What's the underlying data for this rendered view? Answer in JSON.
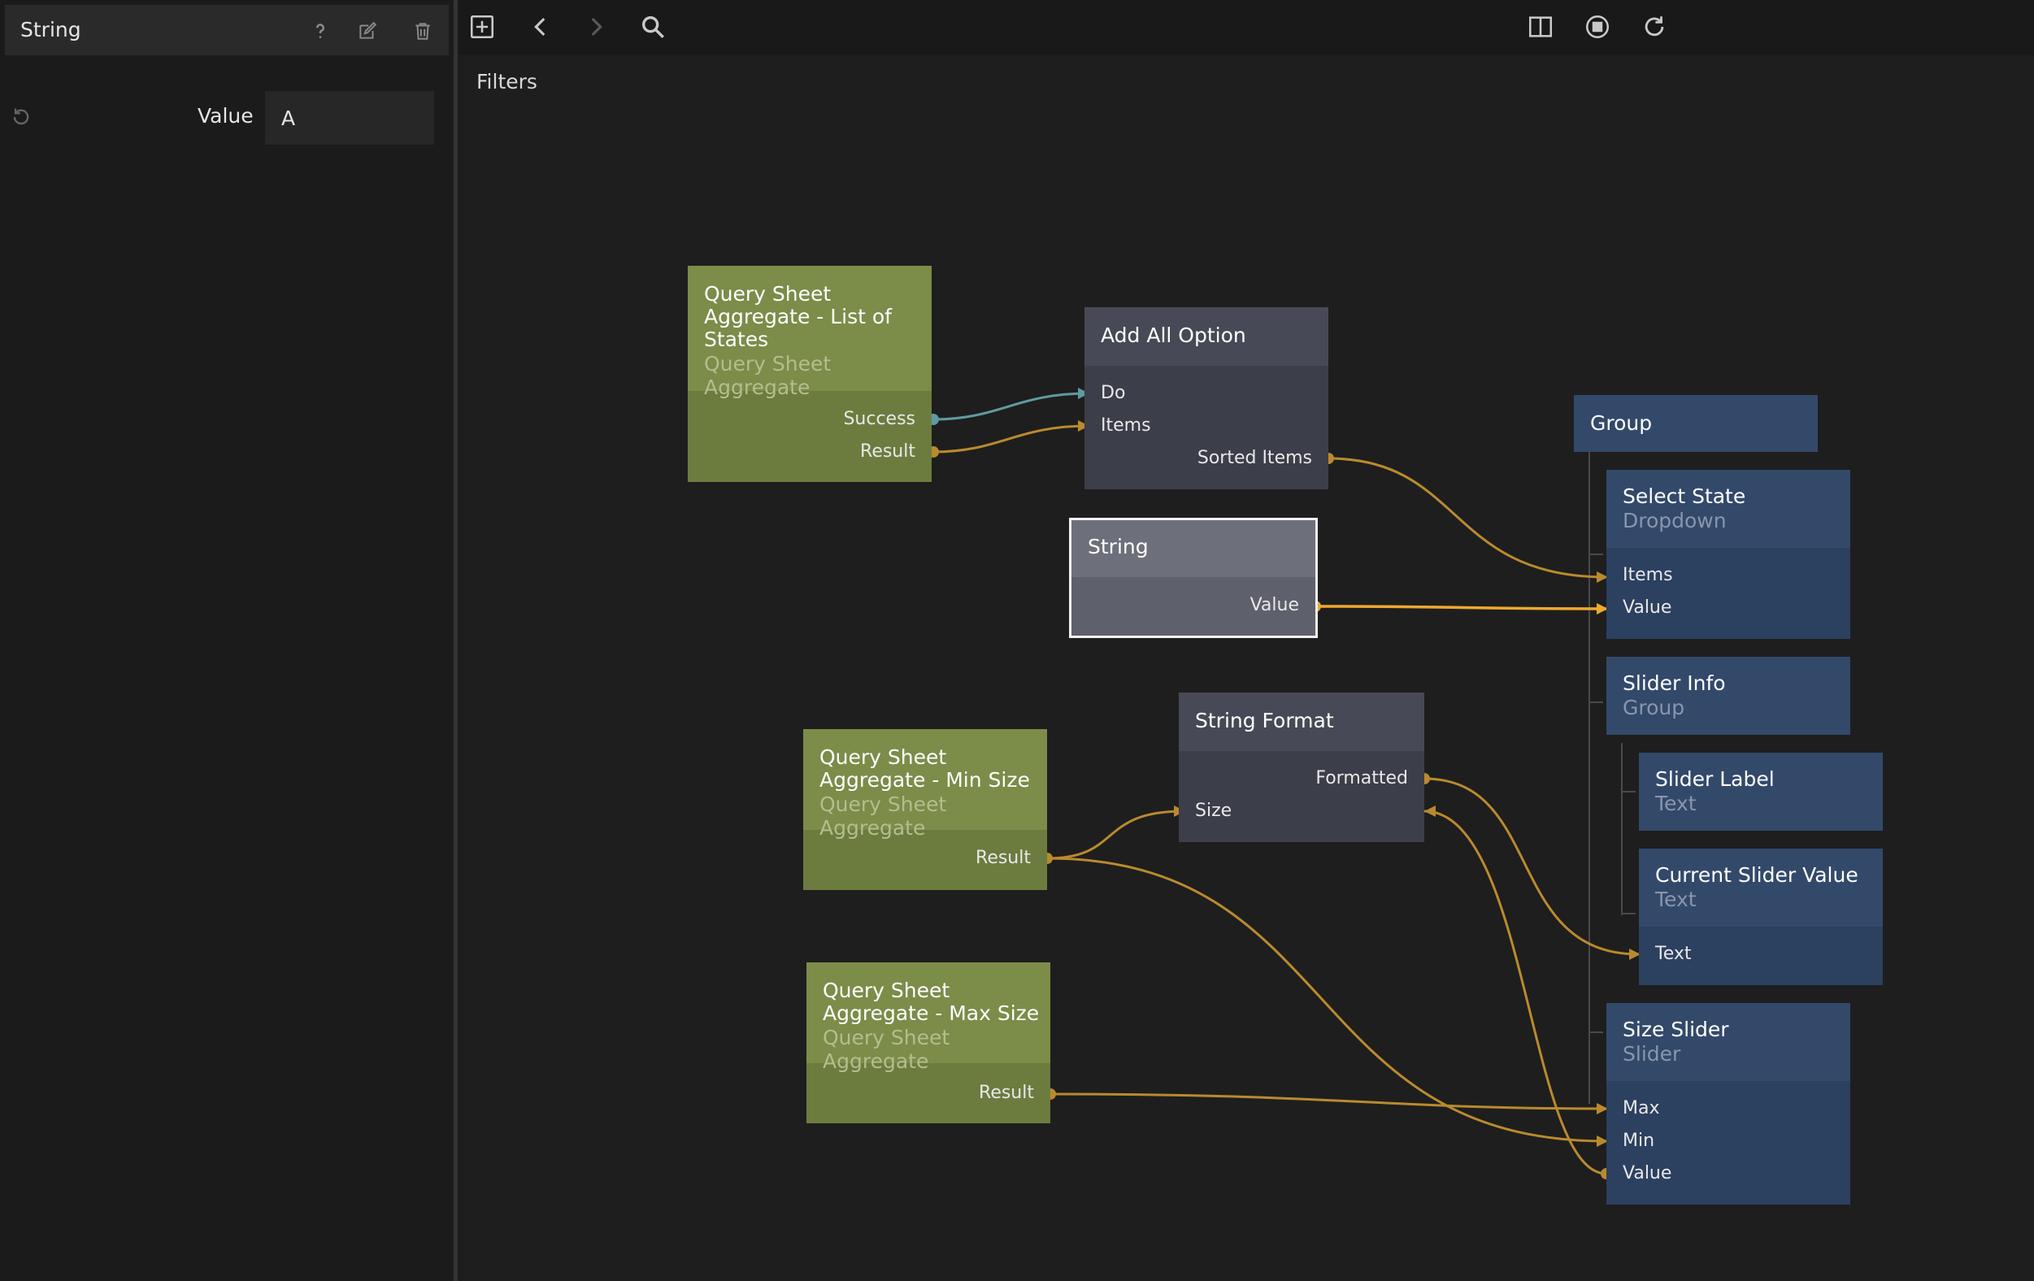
{
  "panel": {
    "title": "String",
    "property_label": "Value",
    "property_value": "A"
  },
  "toolbar": {
    "icons": [
      "add-node-icon",
      "back-icon",
      "forward-icon",
      "search-icon",
      "split-view-icon",
      "stop-icon",
      "refresh-icon"
    ]
  },
  "breadcrumb": "Filters",
  "nodes": {
    "qs_states": {
      "name_lines": [
        "Query Sheet",
        "Aggregate - List of",
        "States"
      ],
      "type": "Query Sheet Aggregate",
      "outputs": [
        "Success",
        "Result"
      ]
    },
    "add_all": {
      "name": "Add All Option",
      "inputs": [
        "Do",
        "Items"
      ],
      "outputs": [
        "Sorted Items"
      ]
    },
    "string": {
      "name": "String",
      "outputs": [
        "Value"
      ]
    },
    "group": {
      "name": "Group"
    },
    "select_state": {
      "name": "Select State",
      "type": "Dropdown",
      "inputs": [
        "Items",
        "Value"
      ]
    },
    "slider_info": {
      "name": "Slider Info",
      "type": "Group"
    },
    "slider_label": {
      "name": "Slider Label",
      "type": "Text"
    },
    "current_value": {
      "name": "Current Slider Value",
      "type": "Text",
      "inputs": [
        "Text"
      ]
    },
    "string_format": {
      "name": "String Format",
      "outputs": [
        "Formatted"
      ],
      "inputs": [
        "Size"
      ]
    },
    "qs_min": {
      "name_lines": [
        "Query Sheet",
        "Aggregate - Min Size"
      ],
      "type": "Query Sheet Aggregate",
      "outputs": [
        "Result"
      ]
    },
    "qs_max": {
      "name_lines": [
        "Query Sheet",
        "Aggregate - Max Size"
      ],
      "type": "Query Sheet Aggregate",
      "outputs": [
        "Result"
      ]
    },
    "size_slider": {
      "name": "Size Slider",
      "type": "Slider",
      "inputs": [
        "Max",
        "Min",
        "Value"
      ]
    }
  },
  "colors": {
    "wire_orange": "#b98a2e",
    "wire_bright": "#f0a830",
    "wire_teal": "#5f9aa0",
    "node_green": "#7c8c49",
    "node_blue": "#33496a"
  }
}
